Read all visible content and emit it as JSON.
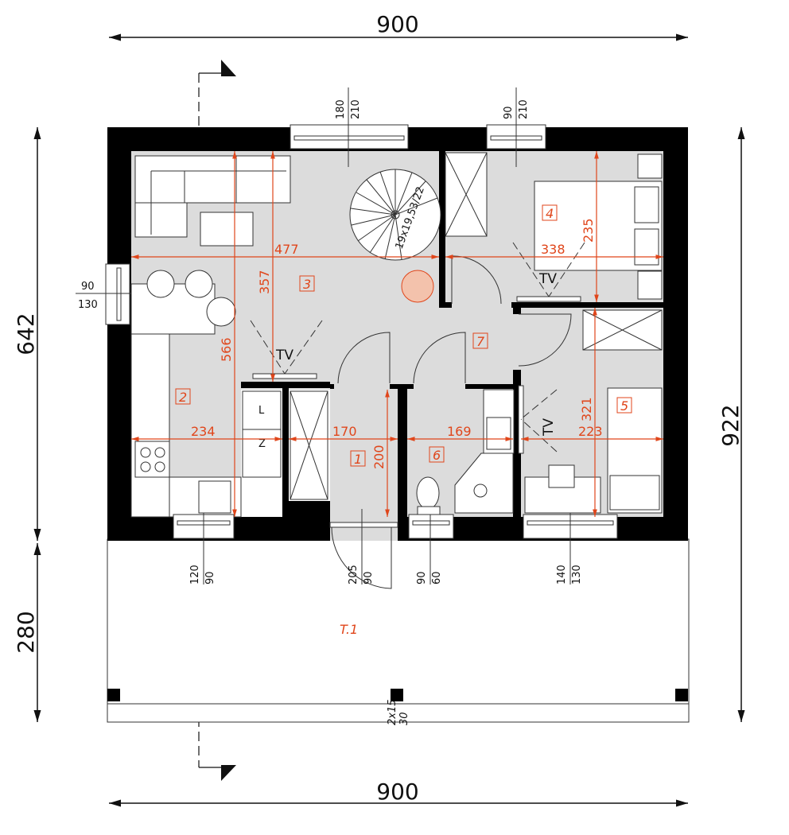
{
  "dimensions": {
    "top_width": "900",
    "bottom_width": "900",
    "left_upper": "642",
    "left_lower": "280",
    "right_total": "922"
  },
  "windows": [
    {
      "top": "180",
      "bottom": "210"
    },
    {
      "top": "90",
      "bottom": "210"
    },
    {
      "top": "90",
      "bottom": "130"
    },
    {
      "top": "120",
      "bottom": "90"
    },
    {
      "top": "205",
      "bottom": "90"
    },
    {
      "top": "90",
      "bottom": "60"
    },
    {
      "top": "140",
      "bottom": "130"
    }
  ],
  "room_dims": {
    "d477": "477",
    "d338": "338",
    "d235": "235",
    "d357": "357",
    "d566": "566",
    "d234": "234",
    "d170": "170",
    "d200": "200",
    "d169": "169",
    "d223": "223",
    "d321": "321"
  },
  "rooms": {
    "r1": "1",
    "r2": "2",
    "r3": "3",
    "r4": "4",
    "r5": "5",
    "r6": "6",
    "r7": "7",
    "terrace": "T.1"
  },
  "labels": {
    "tv1": "TV",
    "tv2": "TV",
    "tv3": "TV",
    "stairs": "19x19,53/22",
    "step": "2x15",
    "step2": "30",
    "L": "L",
    "Z": "Z"
  },
  "colors": {
    "wall": "#000000",
    "floor": "#dcdcdc",
    "accent": "#e0461b"
  }
}
